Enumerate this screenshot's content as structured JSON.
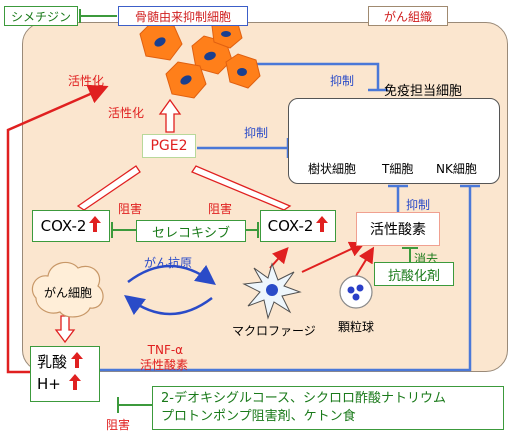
{
  "title_boxes": {
    "cimetidine": "シメチジン",
    "mdsc": "骨髄由来抑制細胞",
    "cancer_tissue": "がん組織"
  },
  "labels": {
    "activation_1": "活性化",
    "activation_2": "活性化",
    "inhibit_1": "抑制",
    "inhibit_2": "抑制",
    "inhibit_3": "抑制",
    "block_1": "阻害",
    "block_2": "阻害",
    "block_3": "阻害",
    "elimination": "消去",
    "cancer_antigen": "がん抗原",
    "tnf_ros": "TNF-α\n活性酸素",
    "macrophage": "マクロファージ",
    "granulocyte": "顆粒球",
    "cancer_cell": "がん細胞"
  },
  "immune": {
    "title": "免疫担当細胞",
    "dendritic": "樹状細胞",
    "t_cell": "T細胞",
    "nk_cell": "NK細胞"
  },
  "nodes": {
    "pge2": "PGE2",
    "cox2_left": "COX-2",
    "cox2_right": "COX-2",
    "celecoxib": "セレコキシブ",
    "ros": "活性酸素",
    "antioxidant": "抗酸化剤",
    "lactate": "乳酸",
    "proton": "H+",
    "therapy_line1": "2-デオキシグルコース、シクロロ酢酸ナトリウム",
    "therapy_line2": "プロトンポンプ阻害剤、ケトン食"
  },
  "colors": {
    "inhibit_blue": "#4a78d8",
    "activate_red": "#e02020",
    "block_green": "#3c9a3c",
    "mdsc_orange": "#ff7f1a"
  }
}
